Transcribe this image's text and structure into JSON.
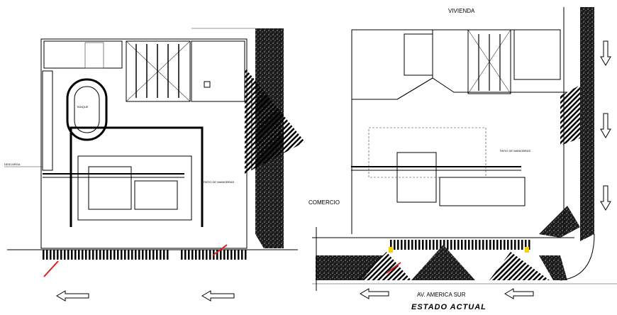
{
  "labels": {
    "vivienda": "VIVIENDA",
    "comercio": "COMERCIO",
    "avenue": "AV. AMERICA SUR",
    "drawing_title": "ESTADO ACTUAL",
    "patio_left": "PATIO DE MANIOBRAS",
    "patio_right": "PATIO DE MANIOBRAS",
    "tanque": "TANQUE",
    "descarga": "DESCARGA"
  },
  "colors": {
    "line": "#000000",
    "sidewalk": "#222222",
    "accent_red": "#e02020",
    "accent_yellow": "#f2d200"
  },
  "icons": [
    "left-arrow-icon",
    "down-arrow-icon"
  ]
}
